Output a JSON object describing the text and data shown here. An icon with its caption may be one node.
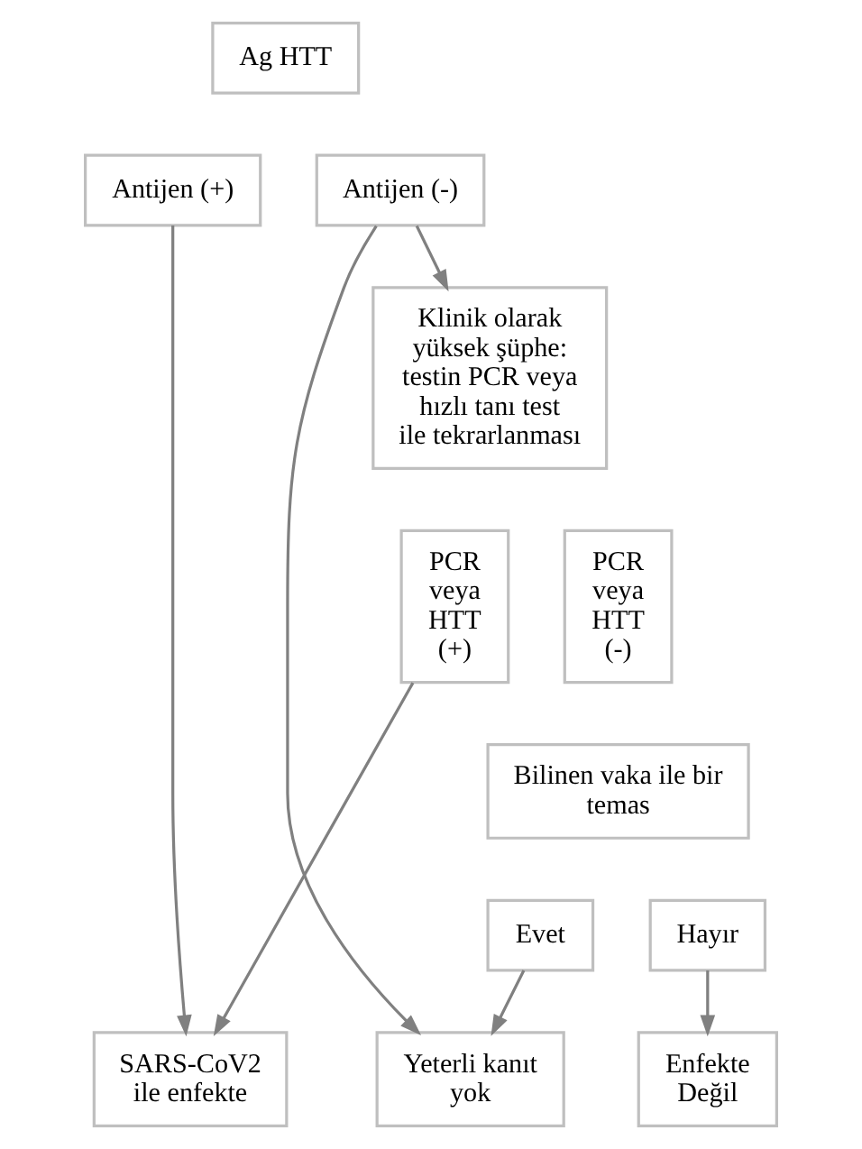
{
  "diagram": {
    "nodes": [
      {
        "text": [
          "Ag HTT"
        ]
      },
      {
        "text": [
          "Antijen (+)"
        ]
      },
      {
        "text": [
          "Antijen (-)"
        ]
      },
      {
        "text": [
          "Klinik olarak yüksek şüphe: testin PCR veya hızlı tanı test ile tekrarlanması"
        ]
      },
      {
        "text": [
          "PCR veya HTT (+)"
        ]
      },
      {
        "text": [
          "PCR veya HTT (-)"
        ]
      },
      {
        "text": [
          "Bilinen vaka ile bir temas"
        ]
      },
      {
        "text": [
          "Evet"
        ]
      },
      {
        "text": [
          "Hayır"
        ]
      },
      {
        "text": [
          "SARS-CoV2 ile enfekte"
        ]
      },
      {
        "text": [
          "Yeterli kanıt yok"
        ]
      },
      {
        "text": [
          "Enfekte Değil"
        ]
      }
    ],
    "edges": [
      {
        "from": 1,
        "to": 9,
        "arrow": "to"
      },
      {
        "from": 2,
        "to": 3,
        "arrow": "to"
      },
      {
        "from": 2,
        "to": 10,
        "arrow": "to"
      },
      {
        "from": 4,
        "to": 9,
        "arrow": "to"
      },
      {
        "from": 7,
        "to": 10,
        "arrow": "to"
      },
      {
        "from": 8,
        "to": 11,
        "arrow": "to"
      }
    ]
  }
}
